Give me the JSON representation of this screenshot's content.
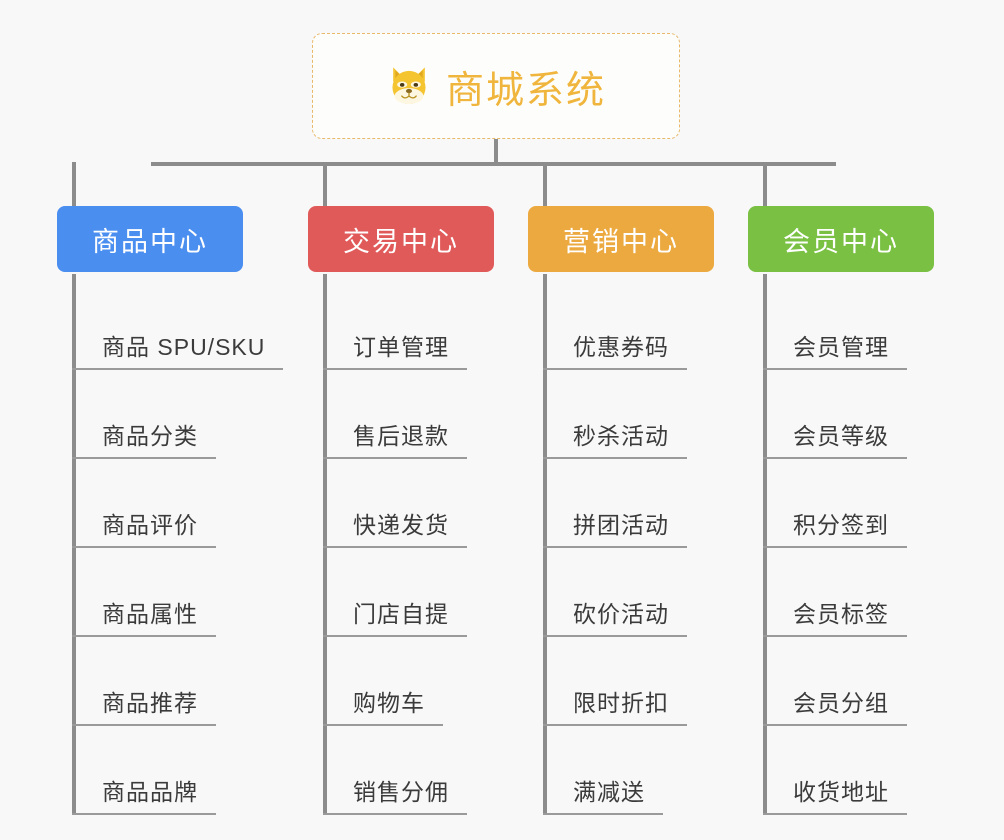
{
  "canvas": {
    "background": "#f8f8f8",
    "connector_color": "#8c8c8c"
  },
  "root": {
    "title": "商城系统",
    "icon": "shiba-dog-face-icon",
    "text_color": "#f0b53c",
    "border_color": "#e8b96b",
    "background": "#fdfdfb"
  },
  "categories": [
    {
      "label": "商品中心",
      "color": "#4a8ef0",
      "items": [
        "商品 SPU/SKU",
        "商品分类",
        "商品评价",
        "商品属性",
        "商品推荐",
        "商品品牌"
      ]
    },
    {
      "label": "交易中心",
      "color": "#e15a5a",
      "items": [
        "订单管理",
        "售后退款",
        "快递发货",
        "门店自提",
        "购物车",
        "销售分佣"
      ]
    },
    {
      "label": "营销中心",
      "color": "#eca93f",
      "items": [
        "优惠券码",
        "秒杀活动",
        "拼团活动",
        "砍价活动",
        "限时折扣",
        "满减送"
      ]
    },
    {
      "label": "会员中心",
      "color": "#79c043",
      "items": [
        "会员管理",
        "会员等级",
        "积分签到",
        "会员标签",
        "会员分组",
        "收货地址"
      ]
    }
  ]
}
